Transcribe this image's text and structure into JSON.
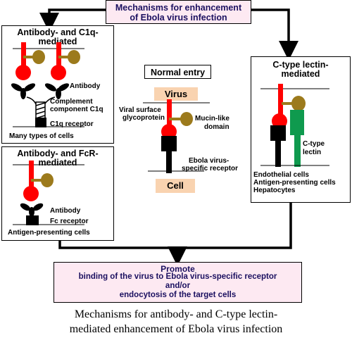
{
  "top_box": {
    "line1": "Mechanisms for enhancement",
    "line2": "of Ebola virus infection"
  },
  "panel_c1q": {
    "title_line1": "Antibody- and C1q-",
    "title_line2": "mediated",
    "label_antibody": "Antibody",
    "label_complement_1": "Complement",
    "label_complement_2": "component C1q",
    "label_receptor": "C1q receptor",
    "label_cells": "Many types of cells"
  },
  "panel_fcr": {
    "title_line1": "Antibody- and FcR-",
    "title_line2": "mediated",
    "label_antibody": "Antibody",
    "label_receptor": "Fc receptor",
    "label_cells": "Antigen-presenting cells"
  },
  "normal_entry": {
    "title": "Normal entry",
    "virus_label": "Virus",
    "cell_label": "Cell",
    "glyco_line1": "Viral surface",
    "glyco_line2": "glycoprotein",
    "mucin_line1": "Mucin-like",
    "mucin_line2": "domain",
    "receptor_line1": "Ebola virus-",
    "receptor_line2": "specific receptor"
  },
  "panel_lectin": {
    "title_line1": "C-type lectin-",
    "title_line2": "mediated",
    "lectin_line1": "C-type",
    "lectin_line2": "lectin",
    "cells_1": "Endothelial cells",
    "cells_2": "Antigen-presenting cells",
    "cells_3": "Hepatocytes"
  },
  "promote_box": {
    "title": "Promote",
    "line1": "binding of the virus to Ebola virus-specific receptor",
    "line2": "and/or",
    "line3": "endocytosis of the target cells"
  },
  "caption": {
    "line1": "Mechanisms for antibody- and C-type lectin-",
    "line2": "mediated enhancement of Ebola virus infection"
  },
  "colors": {
    "glycoprotein": "#ff0000",
    "mucin": "#9c7a1c",
    "receptor": "#000000",
    "lectin": "#0f9a4e",
    "pink_box": "#fde9f2",
    "peach_label": "#f9d3b0"
  }
}
